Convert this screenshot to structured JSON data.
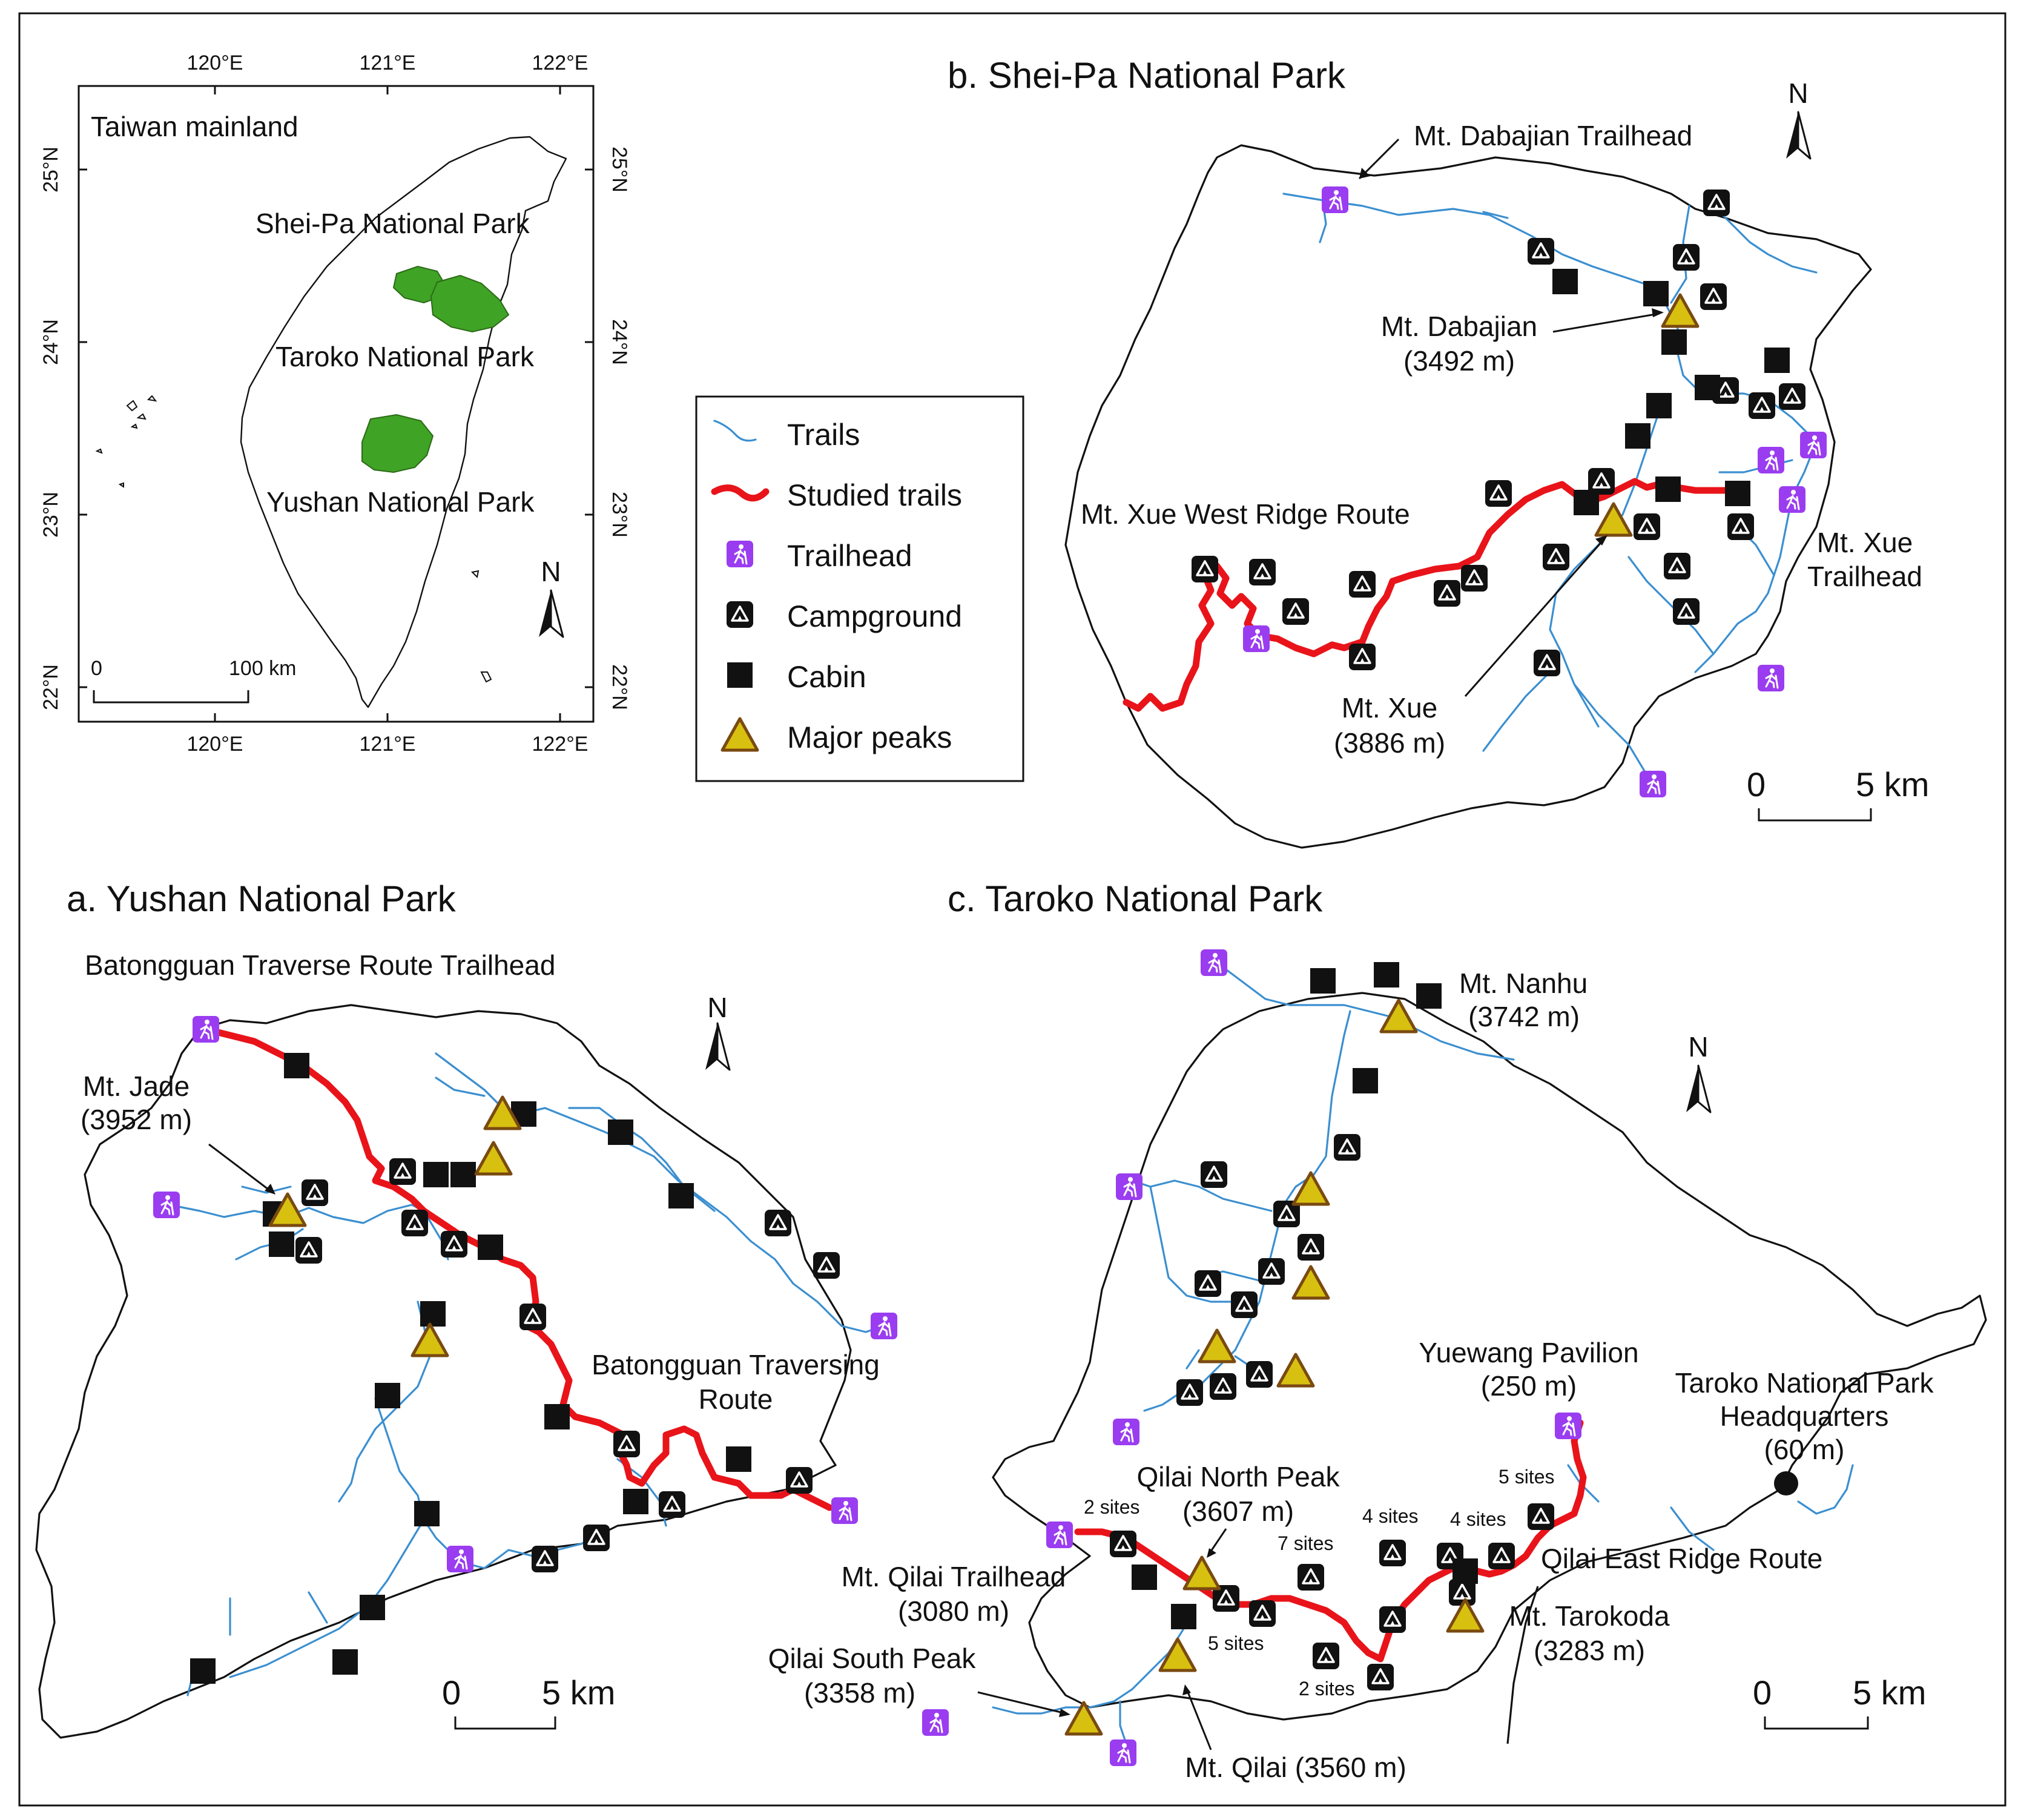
{
  "inset": {
    "title": "Taiwan mainland",
    "parks": [
      "Shei-Pa National Park",
      "Taroko National Park",
      "Yushan National Park"
    ],
    "lon_labels": [
      "120°E",
      "121°E",
      "122°E"
    ],
    "lat_labels": [
      "25°N",
      "24°N",
      "23°N",
      "22°N"
    ],
    "scale_start": "0",
    "scale_end": "100 km",
    "north": "N"
  },
  "legend": {
    "items": [
      {
        "icon": "trail-line",
        "label": "Trails"
      },
      {
        "icon": "studied-trail-line",
        "label": "Studied trails"
      },
      {
        "icon": "hiker-icon",
        "label": "Trailhead"
      },
      {
        "icon": "tent-icon",
        "label": "Campground"
      },
      {
        "icon": "square-icon",
        "label": "Cabin"
      },
      {
        "icon": "triangle-icon",
        "label": "Major peaks"
      }
    ]
  },
  "panel_b": {
    "title": "b. Shei-Pa National Park",
    "labels": {
      "dabajian_trailhead": "Mt. Dabajian Trailhead",
      "dabajian_name": "Mt. Dabajian",
      "dabajian_elev": "(3492 m)",
      "west_ridge": "Mt. Xue West Ridge Route",
      "xue_trailhead_1": "Mt. Xue",
      "xue_trailhead_2": "Trailhead",
      "xue_name": "Mt. Xue",
      "xue_elev": "(3886 m)"
    },
    "north": "N",
    "scale_start": "0",
    "scale_end": "5 km"
  },
  "panel_a": {
    "title": "a. Yushan National Park",
    "labels": {
      "batongguan_trailhead": "Batongguan Traverse Route Trailhead",
      "jade_name": "Mt. Jade",
      "jade_elev": "(3952 m)",
      "traversing_1": "Batongguan Traversing",
      "traversing_2": "Route"
    },
    "north": "N",
    "scale_start": "0",
    "scale_end": "5 km"
  },
  "panel_c": {
    "title": "c. Taroko National Park",
    "labels": {
      "nanhu_name": "Mt. Nanhu",
      "nanhu_elev": "(3742 m)",
      "yuewang_name": "Yuewang Pavilion",
      "yuewang_elev": "(250 m)",
      "hq_1": "Taroko National Park",
      "hq_2": "Headquarters",
      "hq_3": "(60 m)",
      "north_peak_name": "Qilai North Peak",
      "north_peak_elev": "(3607 m)",
      "qilai_trailhead_name": "Mt. Qilai Trailhead",
      "qilai_trailhead_elev": "(3080 m)",
      "south_peak_name": "Qilai South Peak",
      "south_peak_elev": "(3358 m)",
      "qilai_name": "Mt. Qilai (3560 m)",
      "east_ridge": "Qilai East Ridge Route",
      "tarokoda_name": "Mt. Tarokoda",
      "tarokoda_elev": "(3283 m)",
      "sites_2a": "2 sites",
      "sites_7": "7 sites",
      "sites_4a": "4 sites",
      "sites_4b": "4 sites",
      "sites_5a": "5 sites",
      "sites_5b": "5 sites",
      "sites_2b": "2 sites"
    },
    "north": "N",
    "scale_start": "0",
    "scale_end": "5 km"
  }
}
